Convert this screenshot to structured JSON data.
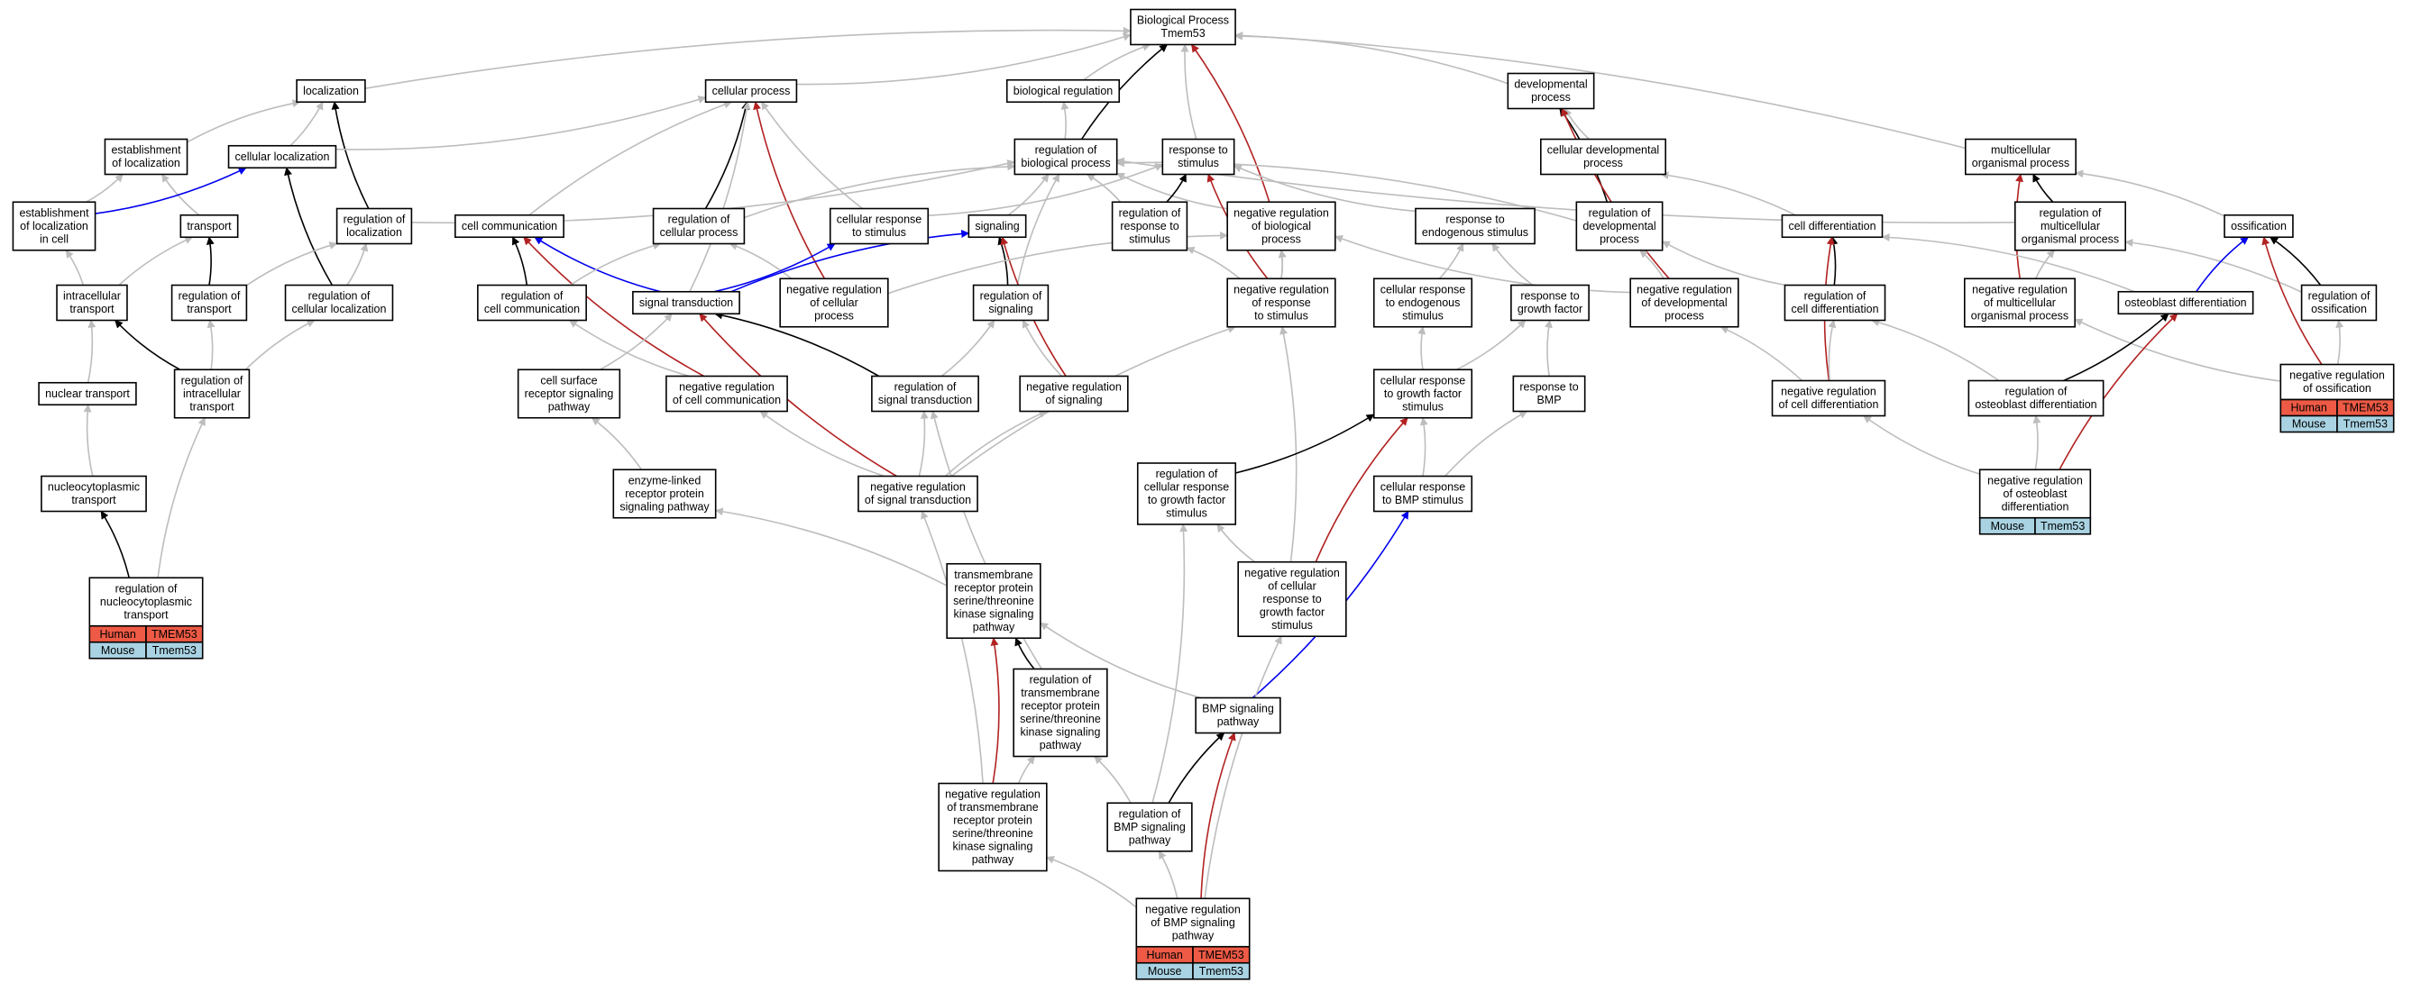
{
  "colors": {
    "is_a": "#bdbdbd",
    "part_of": "#000000",
    "negative": "#b22222",
    "positive": "#0000ee",
    "human_cell": "#ee5a45",
    "mouse_cell": "#a9d3e3"
  },
  "nodes": [
    {
      "id": "bp",
      "lines": [
        "Biological Process",
        "Tmem53"
      ]
    },
    {
      "id": "loc",
      "lines": [
        "localization"
      ]
    },
    {
      "id": "cp",
      "lines": [
        "cellular process"
      ]
    },
    {
      "id": "breg",
      "lines": [
        "biological regulation"
      ]
    },
    {
      "id": "dev",
      "lines": [
        "developmental",
        "process"
      ]
    },
    {
      "id": "estloc",
      "lines": [
        "establishment",
        "of localization"
      ]
    },
    {
      "id": "cellloc",
      "lines": [
        "cellular localization"
      ]
    },
    {
      "id": "regbp",
      "lines": [
        "regulation of",
        "biological process"
      ]
    },
    {
      "id": "resp",
      "lines": [
        "response to",
        "stimulus"
      ]
    },
    {
      "id": "celldev",
      "lines": [
        "cellular developmental",
        "process"
      ]
    },
    {
      "id": "multi",
      "lines": [
        "multicellular",
        "organismal process"
      ]
    },
    {
      "id": "estcell",
      "lines": [
        "establishment",
        "of localization",
        "in cell"
      ]
    },
    {
      "id": "transport",
      "lines": [
        "transport"
      ]
    },
    {
      "id": "regloc",
      "lines": [
        "regulation of",
        "localization"
      ]
    },
    {
      "id": "comm",
      "lines": [
        "cell communication"
      ]
    },
    {
      "id": "regcp",
      "lines": [
        "regulation of",
        "cellular process"
      ]
    },
    {
      "id": "cellresp",
      "lines": [
        "cellular response",
        "to stimulus"
      ]
    },
    {
      "id": "signaling",
      "lines": [
        "signaling"
      ]
    },
    {
      "id": "regresp",
      "lines": [
        "regulation of",
        "response to",
        "stimulus"
      ]
    },
    {
      "id": "negbp",
      "lines": [
        "negative regulation",
        "of biological",
        "process"
      ]
    },
    {
      "id": "respendo",
      "lines": [
        "response to",
        "endogenous stimulus"
      ]
    },
    {
      "id": "regdev",
      "lines": [
        "regulation of",
        "developmental",
        "process"
      ]
    },
    {
      "id": "celldiff",
      "lines": [
        "cell differentiation"
      ]
    },
    {
      "id": "regmulti",
      "lines": [
        "regulation of",
        "multicellular",
        "organismal process"
      ]
    },
    {
      "id": "ossif",
      "lines": [
        "ossification"
      ]
    },
    {
      "id": "intra",
      "lines": [
        "intracellular",
        "transport"
      ]
    },
    {
      "id": "regtrans",
      "lines": [
        "regulation of",
        "transport"
      ]
    },
    {
      "id": "regcellloc",
      "lines": [
        "regulation of",
        "cellular localization"
      ]
    },
    {
      "id": "regcomm",
      "lines": [
        "regulation of",
        "cell communication"
      ]
    },
    {
      "id": "sigtrans",
      "lines": [
        "signal transduction"
      ]
    },
    {
      "id": "negcp",
      "lines": [
        "negative regulation",
        "of cellular",
        "process"
      ]
    },
    {
      "id": "regsig",
      "lines": [
        "regulation of",
        "signaling"
      ]
    },
    {
      "id": "negresp",
      "lines": [
        "negative regulation",
        "of response",
        "to stimulus"
      ]
    },
    {
      "id": "cellrespendo",
      "lines": [
        "cellular response",
        "to endogenous",
        "stimulus"
      ]
    },
    {
      "id": "respgf",
      "lines": [
        "response to",
        "growth factor"
      ]
    },
    {
      "id": "negdev",
      "lines": [
        "negative regulation",
        "of developmental",
        "process"
      ]
    },
    {
      "id": "regcelldiff",
      "lines": [
        "regulation of",
        "cell differentiation"
      ]
    },
    {
      "id": "negmulti",
      "lines": [
        "negative regulation",
        "of multicellular",
        "organismal process"
      ]
    },
    {
      "id": "osteo",
      "lines": [
        "osteoblast differentiation"
      ]
    },
    {
      "id": "regossif",
      "lines": [
        "regulation of",
        "ossification"
      ]
    },
    {
      "id": "nucltrans",
      "lines": [
        "nuclear transport"
      ]
    },
    {
      "id": "regintra",
      "lines": [
        "regulation of",
        "intracellular",
        "transport"
      ]
    },
    {
      "id": "csrsp",
      "lines": [
        "cell surface",
        "receptor signaling",
        "pathway"
      ]
    },
    {
      "id": "negcomm",
      "lines": [
        "negative regulation",
        "of cell communication"
      ]
    },
    {
      "id": "regst",
      "lines": [
        "regulation of",
        "signal transduction"
      ]
    },
    {
      "id": "negsig",
      "lines": [
        "negative regulation",
        "of signaling"
      ]
    },
    {
      "id": "crgf",
      "lines": [
        "cellular response",
        "to growth factor",
        "stimulus"
      ]
    },
    {
      "id": "respbmp",
      "lines": [
        "response to",
        "BMP"
      ]
    },
    {
      "id": "negcelldiff",
      "lines": [
        "negative regulation",
        "of cell differentiation"
      ]
    },
    {
      "id": "regosteo",
      "lines": [
        "regulation of",
        "osteoblast differentiation"
      ]
    },
    {
      "id": "negossif",
      "lines": [
        "negative regulation",
        "of ossification"
      ],
      "genes": [
        [
          "Human",
          "TMEM53"
        ],
        [
          "Mouse",
          "Tmem53"
        ]
      ]
    },
    {
      "id": "nucleo",
      "lines": [
        "nucleocytoplasmic",
        "transport"
      ]
    },
    {
      "id": "elrpsp",
      "lines": [
        "enzyme-linked",
        "receptor protein",
        "signaling pathway"
      ]
    },
    {
      "id": "negst",
      "lines": [
        "negative regulation",
        "of signal transduction"
      ]
    },
    {
      "id": "regcrgf",
      "lines": [
        "regulation of",
        "cellular response",
        "to growth factor",
        "stimulus"
      ]
    },
    {
      "id": "crbmp",
      "lines": [
        "cellular response",
        "to BMP stimulus"
      ]
    },
    {
      "id": "negosteo",
      "lines": [
        "negative regulation",
        "of osteoblast",
        "differentiation"
      ],
      "genes": [
        [
          "Mouse",
          "Tmem53"
        ]
      ]
    },
    {
      "id": "regnucleo",
      "lines": [
        "regulation of",
        "nucleocytoplasmic",
        "transport"
      ],
      "genes": [
        [
          "Human",
          "TMEM53"
        ],
        [
          "Mouse",
          "Tmem53"
        ]
      ]
    },
    {
      "id": "tmrp",
      "lines": [
        "transmembrane",
        "receptor protein",
        "serine/threonine",
        "kinase signaling",
        "pathway"
      ]
    },
    {
      "id": "negcrgf",
      "lines": [
        "negative regulation",
        "of cellular",
        "response to",
        "growth factor",
        "stimulus"
      ]
    },
    {
      "id": "regtmrp",
      "lines": [
        "regulation of",
        "transmembrane",
        "receptor protein",
        "serine/threonine",
        "kinase signaling",
        "pathway"
      ]
    },
    {
      "id": "bmpsp",
      "lines": [
        "BMP signaling",
        "pathway"
      ]
    },
    {
      "id": "negtmrp",
      "lines": [
        "negative regulation",
        "of transmembrane",
        "receptor protein",
        "serine/threonine",
        "kinase signaling",
        "pathway"
      ]
    },
    {
      "id": "regbmp",
      "lines": [
        "regulation of",
        "BMP signaling",
        "pathway"
      ]
    },
    {
      "id": "negbmp",
      "lines": [
        "negative regulation",
        "of BMP signaling",
        "pathway"
      ],
      "genes": [
        [
          "Human",
          "TMEM53"
        ],
        [
          "Mouse",
          "Tmem53"
        ]
      ]
    }
  ],
  "edges": [
    [
      "loc",
      "bp",
      "is_a"
    ],
    [
      "cp",
      "bp",
      "is_a"
    ],
    [
      "breg",
      "bp",
      "is_a"
    ],
    [
      "dev",
      "bp",
      "is_a"
    ],
    [
      "resp",
      "bp",
      "is_a"
    ],
    [
      "multi",
      "bp",
      "is_a"
    ],
    [
      "regbp",
      "bp",
      "part_of"
    ],
    [
      "negbp",
      "bp",
      "negative"
    ],
    [
      "estloc",
      "loc",
      "is_a"
    ],
    [
      "cellloc",
      "loc",
      "is_a"
    ],
    [
      "regloc",
      "loc",
      "part_of"
    ],
    [
      "cellloc",
      "cp",
      "is_a"
    ],
    [
      "comm",
      "cp",
      "is_a"
    ],
    [
      "regcp",
      "cp",
      "part_of"
    ],
    [
      "cellresp",
      "cp",
      "is_a"
    ],
    [
      "sigtrans",
      "cp",
      "is_a"
    ],
    [
      "negcp",
      "cp",
      "negative"
    ],
    [
      "regbp",
      "breg",
      "is_a"
    ],
    [
      "celldev",
      "dev",
      "is_a"
    ],
    [
      "regdev",
      "dev",
      "part_of"
    ],
    [
      "negdev",
      "dev",
      "negative"
    ],
    [
      "estcell",
      "estloc",
      "is_a"
    ],
    [
      "transport",
      "estloc",
      "is_a"
    ],
    [
      "estcell",
      "cellloc",
      "positive"
    ],
    [
      "regcellloc",
      "cellloc",
      "part_of"
    ],
    [
      "regloc",
      "regbp",
      "is_a"
    ],
    [
      "regcp",
      "regbp",
      "is_a"
    ],
    [
      "regresp",
      "regbp",
      "is_a"
    ],
    [
      "negbp",
      "regbp",
      "is_a"
    ],
    [
      "regdev",
      "regbp",
      "is_a"
    ],
    [
      "regmulti",
      "regbp",
      "is_a"
    ],
    [
      "signaling",
      "regbp",
      "is_a"
    ],
    [
      "regsig",
      "regbp",
      "is_a"
    ],
    [
      "regresp",
      "resp",
      "part_of"
    ],
    [
      "negresp",
      "resp",
      "negative"
    ],
    [
      "cellresp",
      "resp",
      "is_a"
    ],
    [
      "respendo",
      "resp",
      "is_a"
    ],
    [
      "celldiff",
      "celldev",
      "is_a"
    ],
    [
      "regmulti",
      "multi",
      "part_of"
    ],
    [
      "ossif",
      "multi",
      "is_a"
    ],
    [
      "negmulti",
      "multi",
      "negative"
    ],
    [
      "intra",
      "estcell",
      "is_a"
    ],
    [
      "intra",
      "transport",
      "is_a"
    ],
    [
      "regtrans",
      "transport",
      "part_of"
    ],
    [
      "regtrans",
      "regloc",
      "is_a"
    ],
    [
      "regcellloc",
      "regloc",
      "is_a"
    ],
    [
      "sigtrans",
      "comm",
      "positive"
    ],
    [
      "regcomm",
      "comm",
      "part_of"
    ],
    [
      "negcomm",
      "comm",
      "negative"
    ],
    [
      "negcp",
      "regcp",
      "is_a"
    ],
    [
      "regcomm",
      "regcp",
      "is_a"
    ],
    [
      "sigtrans",
      "cellresp",
      "positive"
    ],
    [
      "sigtrans",
      "signaling",
      "positive"
    ],
    [
      "regsig",
      "signaling",
      "part_of"
    ],
    [
      "negsig",
      "signaling",
      "negative"
    ],
    [
      "negresp",
      "regresp",
      "is_a"
    ],
    [
      "negcp",
      "negbp",
      "is_a"
    ],
    [
      "negresp",
      "negbp",
      "is_a"
    ],
    [
      "negdev",
      "negbp",
      "is_a"
    ],
    [
      "cellrespendo",
      "respendo",
      "is_a"
    ],
    [
      "respgf",
      "respendo",
      "is_a"
    ],
    [
      "negdev",
      "regdev",
      "is_a"
    ],
    [
      "regcelldiff",
      "regdev",
      "is_a"
    ],
    [
      "regcelldiff",
      "celldiff",
      "part_of"
    ],
    [
      "negcelldiff",
      "celldiff",
      "negative"
    ],
    [
      "osteo",
      "celldiff",
      "is_a"
    ],
    [
      "negmulti",
      "regmulti",
      "is_a"
    ],
    [
      "regossif",
      "regmulti",
      "is_a"
    ],
    [
      "osteo",
      "ossif",
      "positive"
    ],
    [
      "regossif",
      "ossif",
      "part_of"
    ],
    [
      "negossif",
      "ossif",
      "negative"
    ],
    [
      "nucltrans",
      "intra",
      "is_a"
    ],
    [
      "regintra",
      "intra",
      "part_of"
    ],
    [
      "regintra",
      "regtrans",
      "is_a"
    ],
    [
      "regintra",
      "regcellloc",
      "is_a"
    ],
    [
      "regst",
      "sigtrans",
      "part_of"
    ],
    [
      "negst",
      "sigtrans",
      "negative"
    ],
    [
      "csrsp",
      "sigtrans",
      "is_a"
    ],
    [
      "negcomm",
      "regcomm",
      "is_a"
    ],
    [
      "regst",
      "regsig",
      "is_a"
    ],
    [
      "negsig",
      "regsig",
      "is_a"
    ],
    [
      "negresp",
      "negbp",
      "is_a"
    ],
    [
      "negst",
      "negresp",
      "is_a"
    ],
    [
      "negcrgf",
      "negresp",
      "is_a"
    ],
    [
      "crgf",
      "cellrespendo",
      "is_a"
    ],
    [
      "crgf",
      "respgf",
      "is_a"
    ],
    [
      "respbmp",
      "respgf",
      "is_a"
    ],
    [
      "negcelldiff",
      "negdev",
      "is_a"
    ],
    [
      "negcelldiff",
      "regcelldiff",
      "is_a"
    ],
    [
      "regosteo",
      "regcelldiff",
      "is_a"
    ],
    [
      "negossif",
      "negmulti",
      "is_a"
    ],
    [
      "regosteo",
      "osteo",
      "part_of"
    ],
    [
      "negosteo",
      "osteo",
      "negative"
    ],
    [
      "negossif",
      "regossif",
      "is_a"
    ],
    [
      "nucleo",
      "nucltrans",
      "is_a"
    ],
    [
      "regnucleo",
      "nucleo",
      "part_of"
    ],
    [
      "regnucleo",
      "regintra",
      "is_a"
    ],
    [
      "elrpsp",
      "csrsp",
      "is_a"
    ],
    [
      "negst",
      "negcomm",
      "is_a"
    ],
    [
      "negst",
      "regst",
      "is_a"
    ],
    [
      "negst",
      "negsig",
      "is_a"
    ],
    [
      "regcrgf",
      "crgf",
      "part_of"
    ],
    [
      "negcrgf",
      "crgf",
      "negative"
    ],
    [
      "crbmp",
      "crgf",
      "is_a"
    ],
    [
      "crbmp",
      "respbmp",
      "is_a"
    ],
    [
      "negosteo",
      "regosteo",
      "is_a"
    ],
    [
      "negosteo",
      "negcelldiff",
      "is_a"
    ],
    [
      "tmrp",
      "elrpsp",
      "is_a"
    ],
    [
      "regtmrp",
      "tmrp",
      "part_of"
    ],
    [
      "negtmrp",
      "tmrp",
      "negative"
    ],
    [
      "bmpsp",
      "tmrp",
      "is_a"
    ],
    [
      "bmpsp",
      "crbmp",
      "positive"
    ],
    [
      "negtmrp",
      "regtmrp",
      "is_a"
    ],
    [
      "negtmrp",
      "negst",
      "is_a"
    ],
    [
      "regtmrp",
      "regst",
      "is_a"
    ],
    [
      "regbmp",
      "regtmrp",
      "is_a"
    ],
    [
      "regbmp",
      "bmpsp",
      "part_of"
    ],
    [
      "regbmp",
      "regcrgf",
      "is_a"
    ],
    [
      "negcrgf",
      "regcrgf",
      "is_a"
    ],
    [
      "negbmp",
      "regbmp",
      "is_a"
    ],
    [
      "negbmp",
      "bmpsp",
      "negative"
    ],
    [
      "negbmp",
      "negtmrp",
      "is_a"
    ],
    [
      "negbmp",
      "negcrgf",
      "is_a"
    ]
  ]
}
